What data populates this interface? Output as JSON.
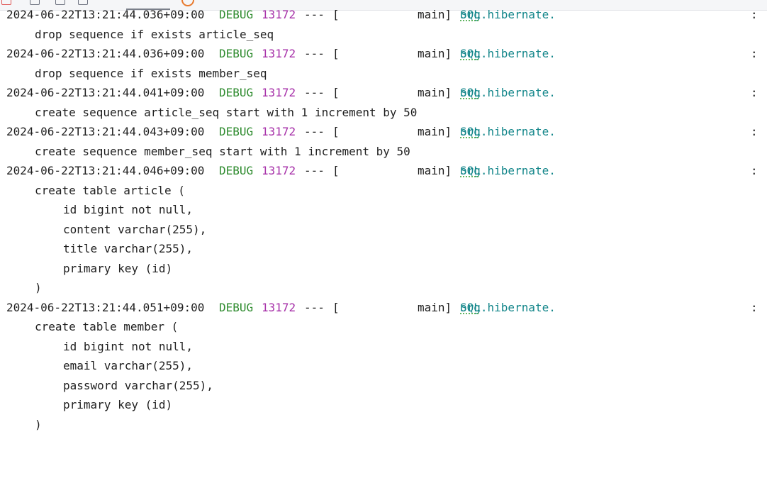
{
  "colors": {
    "level": "#2e8b2e",
    "pid": "#a62fa8",
    "logger": "#13868a",
    "text": "#1f1f1f"
  },
  "entries": [
    {
      "timestamp": "2024-06-22T13:21:44.036+09:00",
      "level": "DEBUG",
      "pid": "13172",
      "separator": "---",
      "thread_open": "[",
      "thread": "main]",
      "logger_prefix": "org.hibernate.",
      "logger_suffix": "SQL",
      "colon": ":",
      "lines": [
        "drop sequence if exists article_seq"
      ]
    },
    {
      "timestamp": "2024-06-22T13:21:44.036+09:00",
      "level": "DEBUG",
      "pid": "13172",
      "separator": "---",
      "thread_open": "[",
      "thread": "main]",
      "logger_prefix": "org.hibernate.",
      "logger_suffix": "SQL",
      "colon": ":",
      "lines": [
        "drop sequence if exists member_seq"
      ]
    },
    {
      "timestamp": "2024-06-22T13:21:44.041+09:00",
      "level": "DEBUG",
      "pid": "13172",
      "separator": "---",
      "thread_open": "[",
      "thread": "main]",
      "logger_prefix": "org.hibernate.",
      "logger_suffix": "SQL",
      "colon": ":",
      "lines": [
        "create sequence article_seq start with 1 increment by 50"
      ]
    },
    {
      "timestamp": "2024-06-22T13:21:44.043+09:00",
      "level": "DEBUG",
      "pid": "13172",
      "separator": "---",
      "thread_open": "[",
      "thread": "main]",
      "logger_prefix": "org.hibernate.",
      "logger_suffix": "SQL",
      "colon": ":",
      "lines": [
        "create sequence member_seq start with 1 increment by 50"
      ]
    },
    {
      "timestamp": "2024-06-22T13:21:44.046+09:00",
      "level": "DEBUG",
      "pid": "13172",
      "separator": "---",
      "thread_open": "[",
      "thread": "main]",
      "logger_prefix": "org.hibernate.",
      "logger_suffix": "SQL",
      "colon": ":",
      "lines": [
        "create table article (",
        "id bigint not null,",
        "content varchar(255),",
        "title varchar(255),",
        "primary key (id)",
        ")"
      ]
    },
    {
      "timestamp": "2024-06-22T13:21:44.051+09:00",
      "level": "DEBUG",
      "pid": "13172",
      "separator": "---",
      "thread_open": "[",
      "thread": "main]",
      "logger_prefix": "org.hibernate.",
      "logger_suffix": "SQL",
      "colon": ":",
      "lines": [
        "create table member (",
        "id bigint not null,",
        "email varchar(255),",
        "password varchar(255),",
        "primary key (id)",
        ")"
      ]
    }
  ]
}
